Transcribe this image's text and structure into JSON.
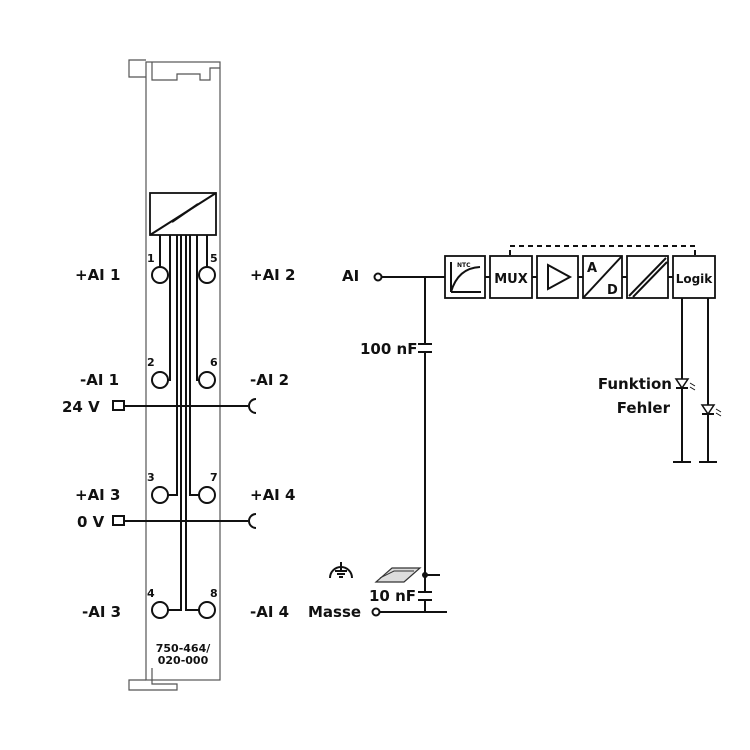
{
  "module": {
    "part_number_line1": "750-464/",
    "part_number_line2": "020-000",
    "terminals": [
      {
        "number": "1",
        "label": "+AI 1"
      },
      {
        "number": "5",
        "label": "+AI 2"
      },
      {
        "number": "2",
        "label": "-AI 1"
      },
      {
        "number": "6",
        "label": "-AI 2"
      },
      {
        "number": "3",
        "label": "+AI 3"
      },
      {
        "number": "7",
        "label": "+AI 4"
      },
      {
        "number": "4",
        "label": "-AI 3"
      },
      {
        "number": "8",
        "label": "-AI 4"
      }
    ],
    "supply_24v": "24 V",
    "supply_0v": "0 V"
  },
  "circuit": {
    "input_label": "AI",
    "ground_label": "Masse",
    "cap1": "100 nF",
    "cap2": "10 nF",
    "blocks": {
      "ntc": "NTC",
      "mux": "MUX",
      "ad_a": "A",
      "ad_d": "D",
      "logic": "Logik"
    },
    "led_function": "Funktion",
    "led_error": "Fehler"
  }
}
